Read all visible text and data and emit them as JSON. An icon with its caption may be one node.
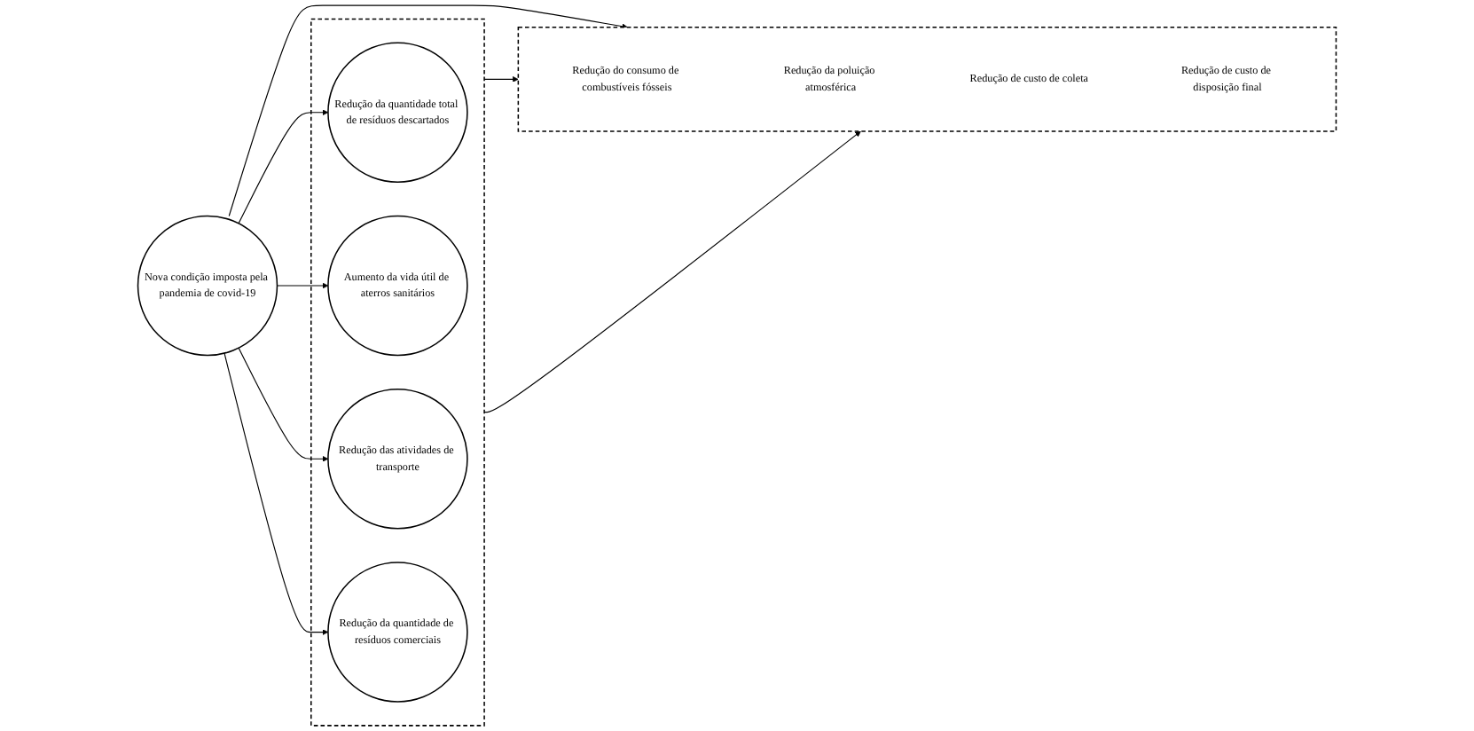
{
  "diagram": {
    "nodes": [
      {
        "text": [
          "Nova condição imposta pela pandemia de covid-19"
        ]
      },
      {
        "text": [],
        "shape": "box"
      },
      {
        "text": [
          "Redução da quantidade total de resíduos descartados"
        ],
        "in": 1
      },
      {
        "text": [
          "Aumento da vida útil de aterros sanitários"
        ],
        "in": 1
      },
      {
        "text": [
          "Redução das atividades de transporte"
        ],
        "in": 1
      },
      {
        "text": [
          "Redução da quantidade de resíduos comerciais"
        ],
        "in": 1
      },
      {
        "text": [],
        "shape": "box"
      },
      {
        "text": [
          "Redução do consumo de combustíveis fósseis"
        ],
        "in": 6
      },
      {
        "text": [
          "Redução da poluição atmosférica"
        ],
        "in": 6
      },
      {
        "text": [
          "Redução de custo de coleta"
        ],
        "in": 6
      },
      {
        "text": [
          "Redução de custo de disposição final"
        ],
        "in": 6
      }
    ],
    "edges": [
      {
        "from": 0,
        "to": 2,
        "arrow": "to"
      },
      {
        "from": 0,
        "to": 3,
        "arrow": "to"
      },
      {
        "from": 0,
        "to": 4,
        "arrow": "to"
      },
      {
        "from": 0,
        "to": 5,
        "arrow": "to"
      },
      {
        "from": 0,
        "to": 6,
        "arrow": "to"
      },
      {
        "from": 1,
        "to": 6,
        "arrow": "to"
      },
      {
        "from": 1,
        "to": 6,
        "arrow": "to"
      }
    ]
  }
}
